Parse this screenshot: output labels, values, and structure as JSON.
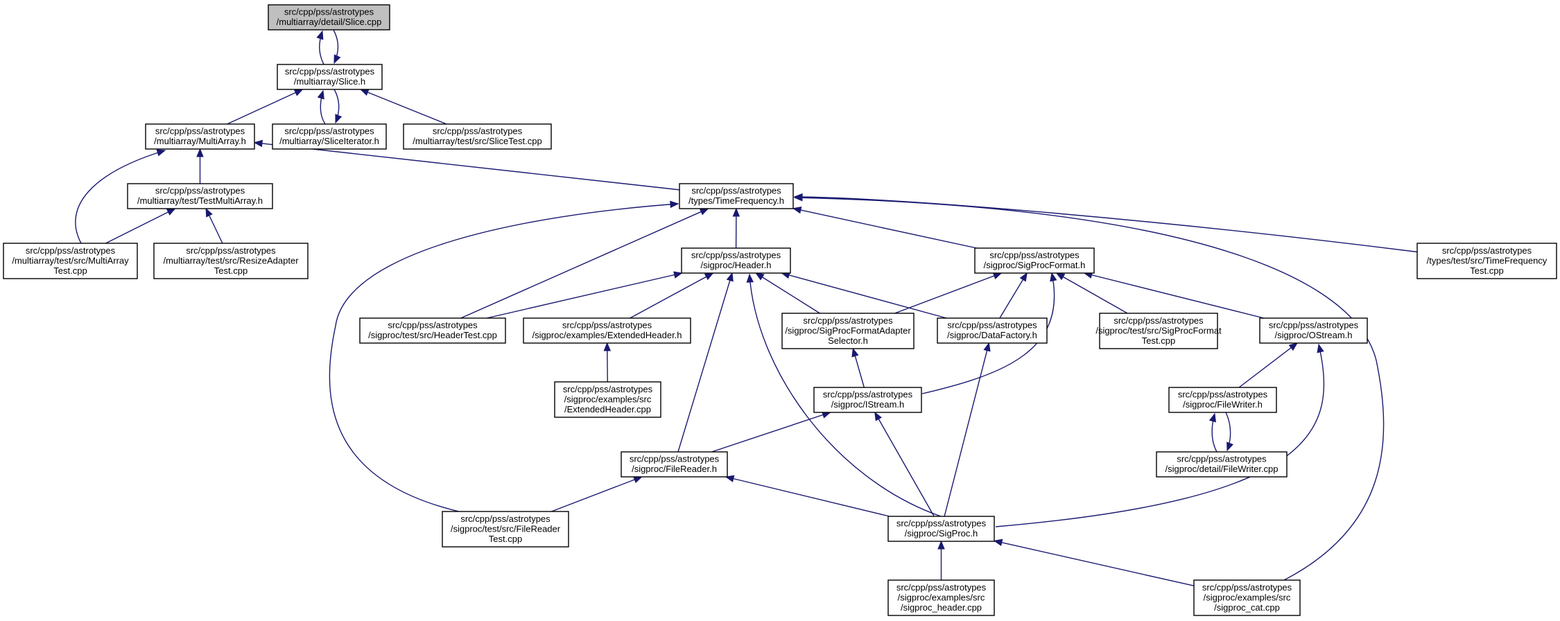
{
  "colors": {
    "edge": "#191970",
    "node_fill": "#ffffff",
    "highlight_fill": "#bfbfbf",
    "node_border": "#000000"
  },
  "nodes": [
    {
      "id": "slice_cpp",
      "lines": [
        "src/cpp/pss/astrotypes",
        "/multiarray/detail/Slice.cpp"
      ],
      "highlight": true
    },
    {
      "id": "slice_h",
      "lines": [
        "src/cpp/pss/astrotypes",
        "/multiarray/Slice.h"
      ]
    },
    {
      "id": "multiarray_h",
      "lines": [
        "src/cpp/pss/astrotypes",
        "/multiarray/MultiArray.h"
      ]
    },
    {
      "id": "sliceiter_h",
      "lines": [
        "src/cpp/pss/astrotypes",
        "/multiarray/SliceIterator.h"
      ]
    },
    {
      "id": "slicetest",
      "lines": [
        "src/cpp/pss/astrotypes",
        "/multiarray/test/src/SliceTest.cpp"
      ]
    },
    {
      "id": "testmulti_h",
      "lines": [
        "src/cpp/pss/astrotypes",
        "/multiarray/test/TestMultiArray.h"
      ]
    },
    {
      "id": "multiarraytest",
      "lines": [
        "src/cpp/pss/astrotypes",
        "/multiarray/test/src/MultiArray",
        "Test.cpp"
      ]
    },
    {
      "id": "resizetest",
      "lines": [
        "src/cpp/pss/astrotypes",
        "/multiarray/test/src/ResizeAdapter",
        "Test.cpp"
      ]
    },
    {
      "id": "tf_h",
      "lines": [
        "src/cpp/pss/astrotypes",
        "/types/TimeFrequency.h"
      ]
    },
    {
      "id": "tftest",
      "lines": [
        "src/cpp/pss/astrotypes",
        "/types/test/src/TimeFrequency",
        "Test.cpp"
      ]
    },
    {
      "id": "header_h",
      "lines": [
        "src/cpp/pss/astrotypes",
        "/sigproc/Header.h"
      ]
    },
    {
      "id": "spf_h",
      "lines": [
        "src/cpp/pss/astrotypes",
        "/sigproc/SigProcFormat.h"
      ]
    },
    {
      "id": "headertest",
      "lines": [
        "src/cpp/pss/astrotypes",
        "/sigproc/test/src/HeaderTest.cpp"
      ]
    },
    {
      "id": "exthdr_h",
      "lines": [
        "src/cpp/pss/astrotypes",
        "/sigproc/examples/ExtendedHeader.h"
      ]
    },
    {
      "id": "spfadapter_h",
      "lines": [
        "src/cpp/pss/astrotypes",
        "/sigproc/SigProcFormatAdapter",
        "Selector.h"
      ]
    },
    {
      "id": "datafactory_h",
      "lines": [
        "src/cpp/pss/astrotypes",
        "/sigproc/DataFactory.h"
      ]
    },
    {
      "id": "spftest",
      "lines": [
        "src/cpp/pss/astrotypes",
        "/sigproc/test/src/SigProcFormat",
        "Test.cpp"
      ]
    },
    {
      "id": "ostream_h",
      "lines": [
        "src/cpp/pss/astrotypes",
        "/sigproc/OStream.h"
      ]
    },
    {
      "id": "exthdr_cpp",
      "lines": [
        "src/cpp/pss/astrotypes",
        "/sigproc/examples/src",
        "/ExtendedHeader.cpp"
      ]
    },
    {
      "id": "istream_h",
      "lines": [
        "src/cpp/pss/astrotypes",
        "/sigproc/IStream.h"
      ]
    },
    {
      "id": "filewriter_h",
      "lines": [
        "src/cpp/pss/astrotypes",
        "/sigproc/FileWriter.h"
      ]
    },
    {
      "id": "filereader_h",
      "lines": [
        "src/cpp/pss/astrotypes",
        "/sigproc/FileReader.h"
      ]
    },
    {
      "id": "filewriter_cpp",
      "lines": [
        "src/cpp/pss/astrotypes",
        "/sigproc/detail/FileWriter.cpp"
      ]
    },
    {
      "id": "filereadertest",
      "lines": [
        "src/cpp/pss/astrotypes",
        "/sigproc/test/src/FileReader",
        "Test.cpp"
      ]
    },
    {
      "id": "sigproc_h",
      "lines": [
        "src/cpp/pss/astrotypes",
        "/sigproc/SigProc.h"
      ]
    },
    {
      "id": "sigproc_header",
      "lines": [
        "src/cpp/pss/astrotypes",
        "/sigproc/examples/src",
        "/sigproc_header.cpp"
      ]
    },
    {
      "id": "sigproc_cat",
      "lines": [
        "src/cpp/pss/astrotypes",
        "/sigproc/examples/src",
        "/sigproc_cat.cpp"
      ]
    }
  ],
  "edges": [
    {
      "from": "slice_h",
      "to": "slice_cpp"
    },
    {
      "from": "slice_cpp",
      "to": "slice_h"
    },
    {
      "from": "multiarray_h",
      "to": "slice_h"
    },
    {
      "from": "sliceiter_h",
      "to": "slice_h"
    },
    {
      "from": "slice_h",
      "to": "sliceiter_h"
    },
    {
      "from": "slicetest",
      "to": "slice_h"
    },
    {
      "from": "testmulti_h",
      "to": "multiarray_h"
    },
    {
      "from": "multiarraytest",
      "to": "multiarray_h"
    },
    {
      "from": "tf_h",
      "to": "multiarray_h"
    },
    {
      "from": "multiarraytest",
      "to": "testmulti_h"
    },
    {
      "from": "resizetest",
      "to": "testmulti_h"
    },
    {
      "from": "header_h",
      "to": "tf_h"
    },
    {
      "from": "spf_h",
      "to": "tf_h"
    },
    {
      "from": "headertest",
      "to": "tf_h"
    },
    {
      "from": "filereadertest",
      "to": "tf_h"
    },
    {
      "from": "tftest",
      "to": "tf_h"
    },
    {
      "from": "sigproc_cat",
      "to": "tf_h"
    },
    {
      "from": "headertest",
      "to": "header_h"
    },
    {
      "from": "exthdr_h",
      "to": "header_h"
    },
    {
      "from": "spfadapter_h",
      "to": "header_h"
    },
    {
      "from": "datafactory_h",
      "to": "header_h"
    },
    {
      "from": "filereader_h",
      "to": "header_h"
    },
    {
      "from": "sigproc_h",
      "to": "header_h"
    },
    {
      "from": "spfadapter_h",
      "to": "spf_h"
    },
    {
      "from": "datafactory_h",
      "to": "spf_h"
    },
    {
      "from": "spftest",
      "to": "spf_h"
    },
    {
      "from": "ostream_h",
      "to": "spf_h"
    },
    {
      "from": "istream_h",
      "to": "spf_h"
    },
    {
      "from": "exthdr_cpp",
      "to": "exthdr_h"
    },
    {
      "from": "istream_h",
      "to": "spfadapter_h"
    },
    {
      "from": "sigproc_h",
      "to": "datafactory_h"
    },
    {
      "from": "filewriter_h",
      "to": "ostream_h"
    },
    {
      "from": "sigproc_h",
      "to": "ostream_h"
    },
    {
      "from": "filereader_h",
      "to": "istream_h"
    },
    {
      "from": "sigproc_h",
      "to": "istream_h"
    },
    {
      "from": "filewriter_cpp",
      "to": "filewriter_h"
    },
    {
      "from": "filewriter_h",
      "to": "filewriter_cpp"
    },
    {
      "from": "filereadertest",
      "to": "filereader_h"
    },
    {
      "from": "sigproc_h",
      "to": "filereader_h"
    },
    {
      "from": "sigproc_header",
      "to": "sigproc_h"
    },
    {
      "from": "sigproc_cat",
      "to": "sigproc_h"
    }
  ]
}
